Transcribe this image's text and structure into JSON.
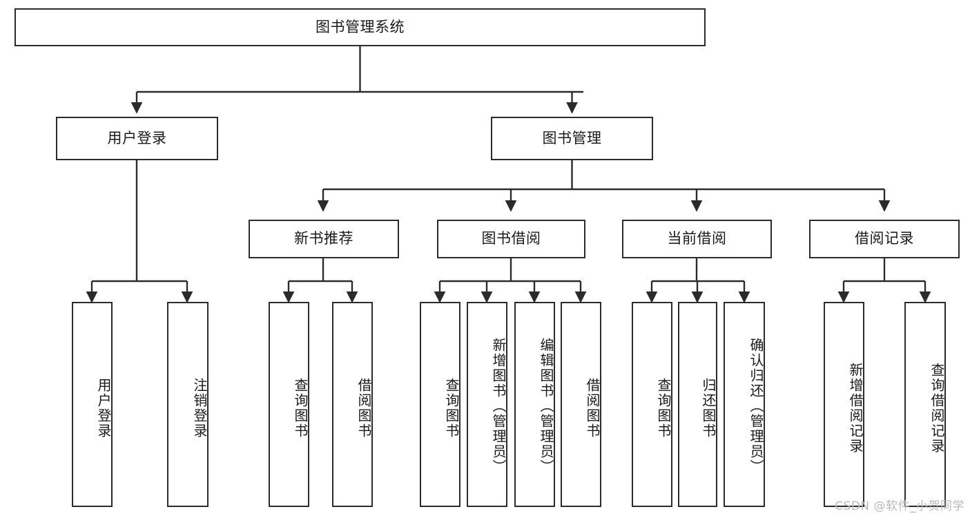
{
  "diagram": {
    "type": "tree",
    "title": "图书管理系统",
    "stroke_color": "#2b2b2b",
    "fill_color": "#ffffff",
    "text_color": "#1a1a1a",
    "root": {
      "label": "图书管理系统"
    },
    "level2": [
      {
        "label": "用户登录"
      },
      {
        "label": "图书管理"
      }
    ],
    "level3": [
      {
        "label": "新书推荐"
      },
      {
        "label": "图书借阅"
      },
      {
        "label": "当前借阅"
      },
      {
        "label": "借阅记录"
      }
    ],
    "leaves": {
      "user_login": [
        {
          "label": "用户登录"
        },
        {
          "label": "注销登录"
        }
      ],
      "new_book": [
        {
          "label": "查询图书"
        },
        {
          "label": "借阅图书"
        }
      ],
      "book_borrow": [
        {
          "label": "查询图书"
        },
        {
          "label": "新增图书（管理员）"
        },
        {
          "label": "编辑图书（管理员）"
        },
        {
          "label": "借阅图书"
        }
      ],
      "current_borrow": [
        {
          "label": "查询图书"
        },
        {
          "label": "归还图书"
        },
        {
          "label": "确认归还（管理员）"
        }
      ],
      "borrow_record": [
        {
          "label": "新增借阅记录"
        },
        {
          "label": "查询借阅记录"
        }
      ]
    }
  },
  "watermark": {
    "text": "CSDN @软件_小贺同学",
    "color": "#b9b9b9"
  }
}
